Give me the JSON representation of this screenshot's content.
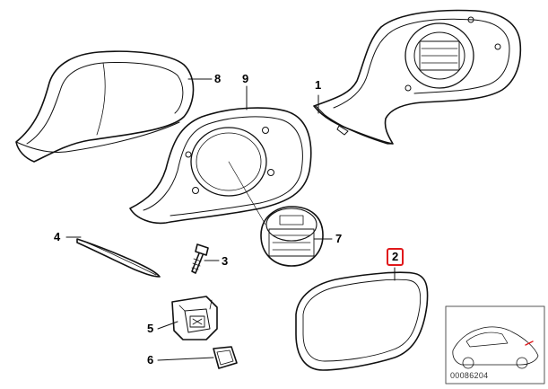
{
  "callouts": {
    "c1": "1",
    "c2": "2",
    "c3": "3",
    "c4": "4",
    "c5": "5",
    "c6": "6",
    "c7": "7",
    "c8": "8",
    "c9": "9"
  },
  "highlight_color": "#e0181b",
  "reference_code": "00086204"
}
